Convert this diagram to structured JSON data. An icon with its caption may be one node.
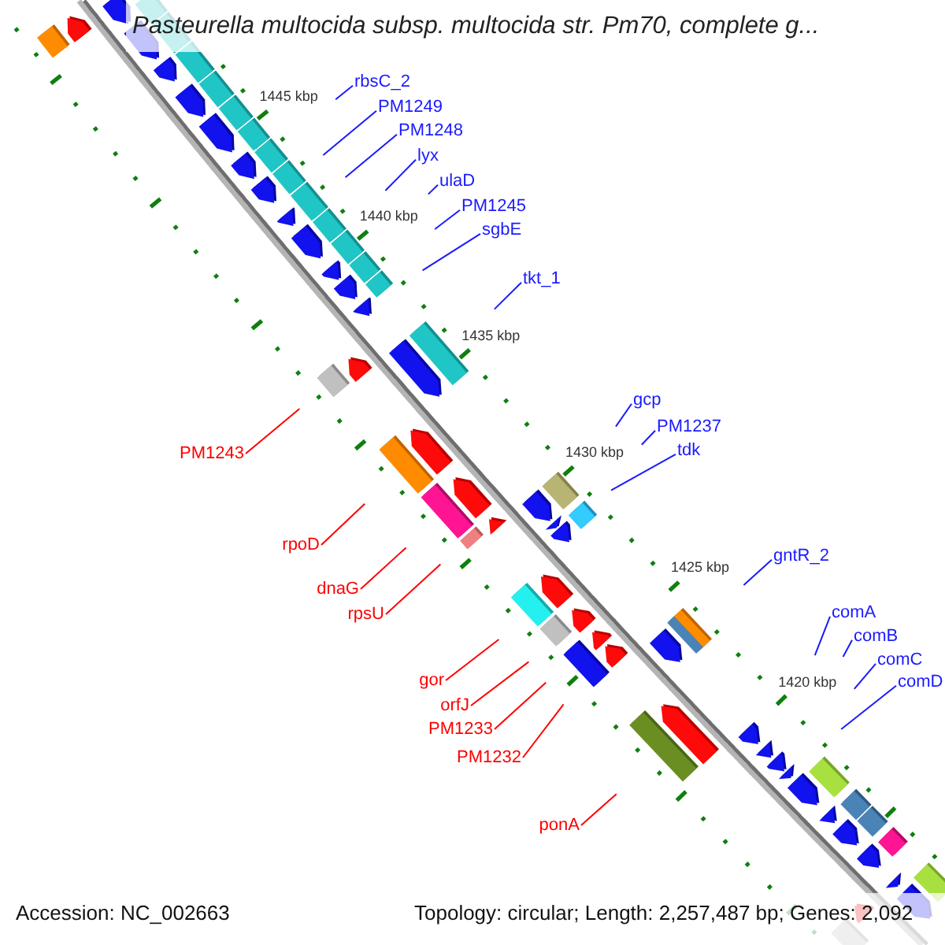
{
  "diagram": {
    "title": "Pasteurella multocida subsp. multocida str. Pm70, complete g...",
    "nodes": [
      {
        "text": [
          "rbsC_2"
        ]
      },
      {
        "text": [
          "PM1249"
        ]
      },
      {
        "text": [
          "PM1248"
        ]
      },
      {
        "text": [
          "lyx"
        ]
      },
      {
        "text": [
          "ulaD"
        ]
      },
      {
        "text": [
          "PM1245"
        ]
      },
      {
        "text": [
          "sgbE"
        ]
      },
      {
        "text": [
          "tkt_1"
        ]
      },
      {
        "text": [
          "gcp"
        ]
      },
      {
        "text": [
          "PM1237"
        ]
      },
      {
        "text": [
          "tdk"
        ]
      },
      {
        "text": [
          "PM1243"
        ]
      },
      {
        "text": [
          "rpoD"
        ]
      },
      {
        "text": [
          "gntR_2"
        ]
      },
      {
        "text": [
          "dnaG"
        ]
      },
      {
        "text": [
          "comA"
        ]
      },
      {
        "text": [
          "rpsU"
        ]
      },
      {
        "text": [
          "comB"
        ]
      },
      {
        "text": [
          "comC"
        ]
      },
      {
        "text": [
          "gor"
        ]
      },
      {
        "text": [
          "comD"
        ]
      },
      {
        "text": [
          "orfJ"
        ]
      },
      {
        "text": [
          "PM1233"
        ]
      },
      {
        "text": [
          "PM1232"
        ]
      },
      {
        "text": [
          "ponA"
        ]
      }
    ],
    "edges": [
      {
        "from": 0,
        "to": null,
        "arrow": "none"
      },
      {
        "from": 1,
        "to": null,
        "arrow": "none"
      },
      {
        "from": 2,
        "to": null,
        "arrow": "none"
      },
      {
        "from": 3,
        "to": null,
        "arrow": "none"
      },
      {
        "from": 4,
        "to": null,
        "arrow": "none"
      },
      {
        "from": 5,
        "to": null,
        "arrow": "none"
      },
      {
        "from": 6,
        "to": null,
        "arrow": "none"
      },
      {
        "from": 7,
        "to": null,
        "arrow": "none"
      },
      {
        "from": 8,
        "to": null,
        "arrow": "none"
      },
      {
        "from": 9,
        "to": null,
        "arrow": "none"
      },
      {
        "from": 10,
        "to": null,
        "arrow": "none"
      },
      {
        "from": 11,
        "to": null,
        "arrow": "none",
        "color": "#ff0000"
      },
      {
        "from": 12,
        "to": null,
        "arrow": "none",
        "color": "#ff0000"
      },
      {
        "from": 13,
        "to": null,
        "arrow": "none"
      },
      {
        "from": 14,
        "to": null,
        "arrow": "none",
        "color": "#ff0000"
      },
      {
        "from": 15,
        "to": null,
        "arrow": "none"
      },
      {
        "from": 16,
        "to": null,
        "arrow": "none",
        "color": "#ff0000"
      },
      {
        "from": 17,
        "to": null,
        "arrow": "none"
      },
      {
        "from": 18,
        "to": null,
        "arrow": "none"
      },
      {
        "from": 19,
        "to": null,
        "arrow": "none",
        "color": "#ff0000"
      },
      {
        "from": 20,
        "to": null,
        "arrow": "none"
      },
      {
        "from": 21,
        "to": null,
        "arrow": "none",
        "color": "#ff0000"
      },
      {
        "from": 22,
        "to": null,
        "arrow": "none",
        "color": "#ff0000"
      },
      {
        "from": 23,
        "to": null,
        "arrow": "none",
        "color": "#ff0000"
      },
      {
        "from": 24,
        "to": null,
        "arrow": "none",
        "color": "#ff0000"
      }
    ],
    "labels": [
      "1445 kbp",
      "1440 kbp",
      "1435 kbp",
      "1430 kbp",
      "1425 kbp",
      "1420 kbp",
      "Accession: NC_002663",
      "Topology: circular; Length: 2,257,487 bp; Genes: 2,092"
    ]
  }
}
